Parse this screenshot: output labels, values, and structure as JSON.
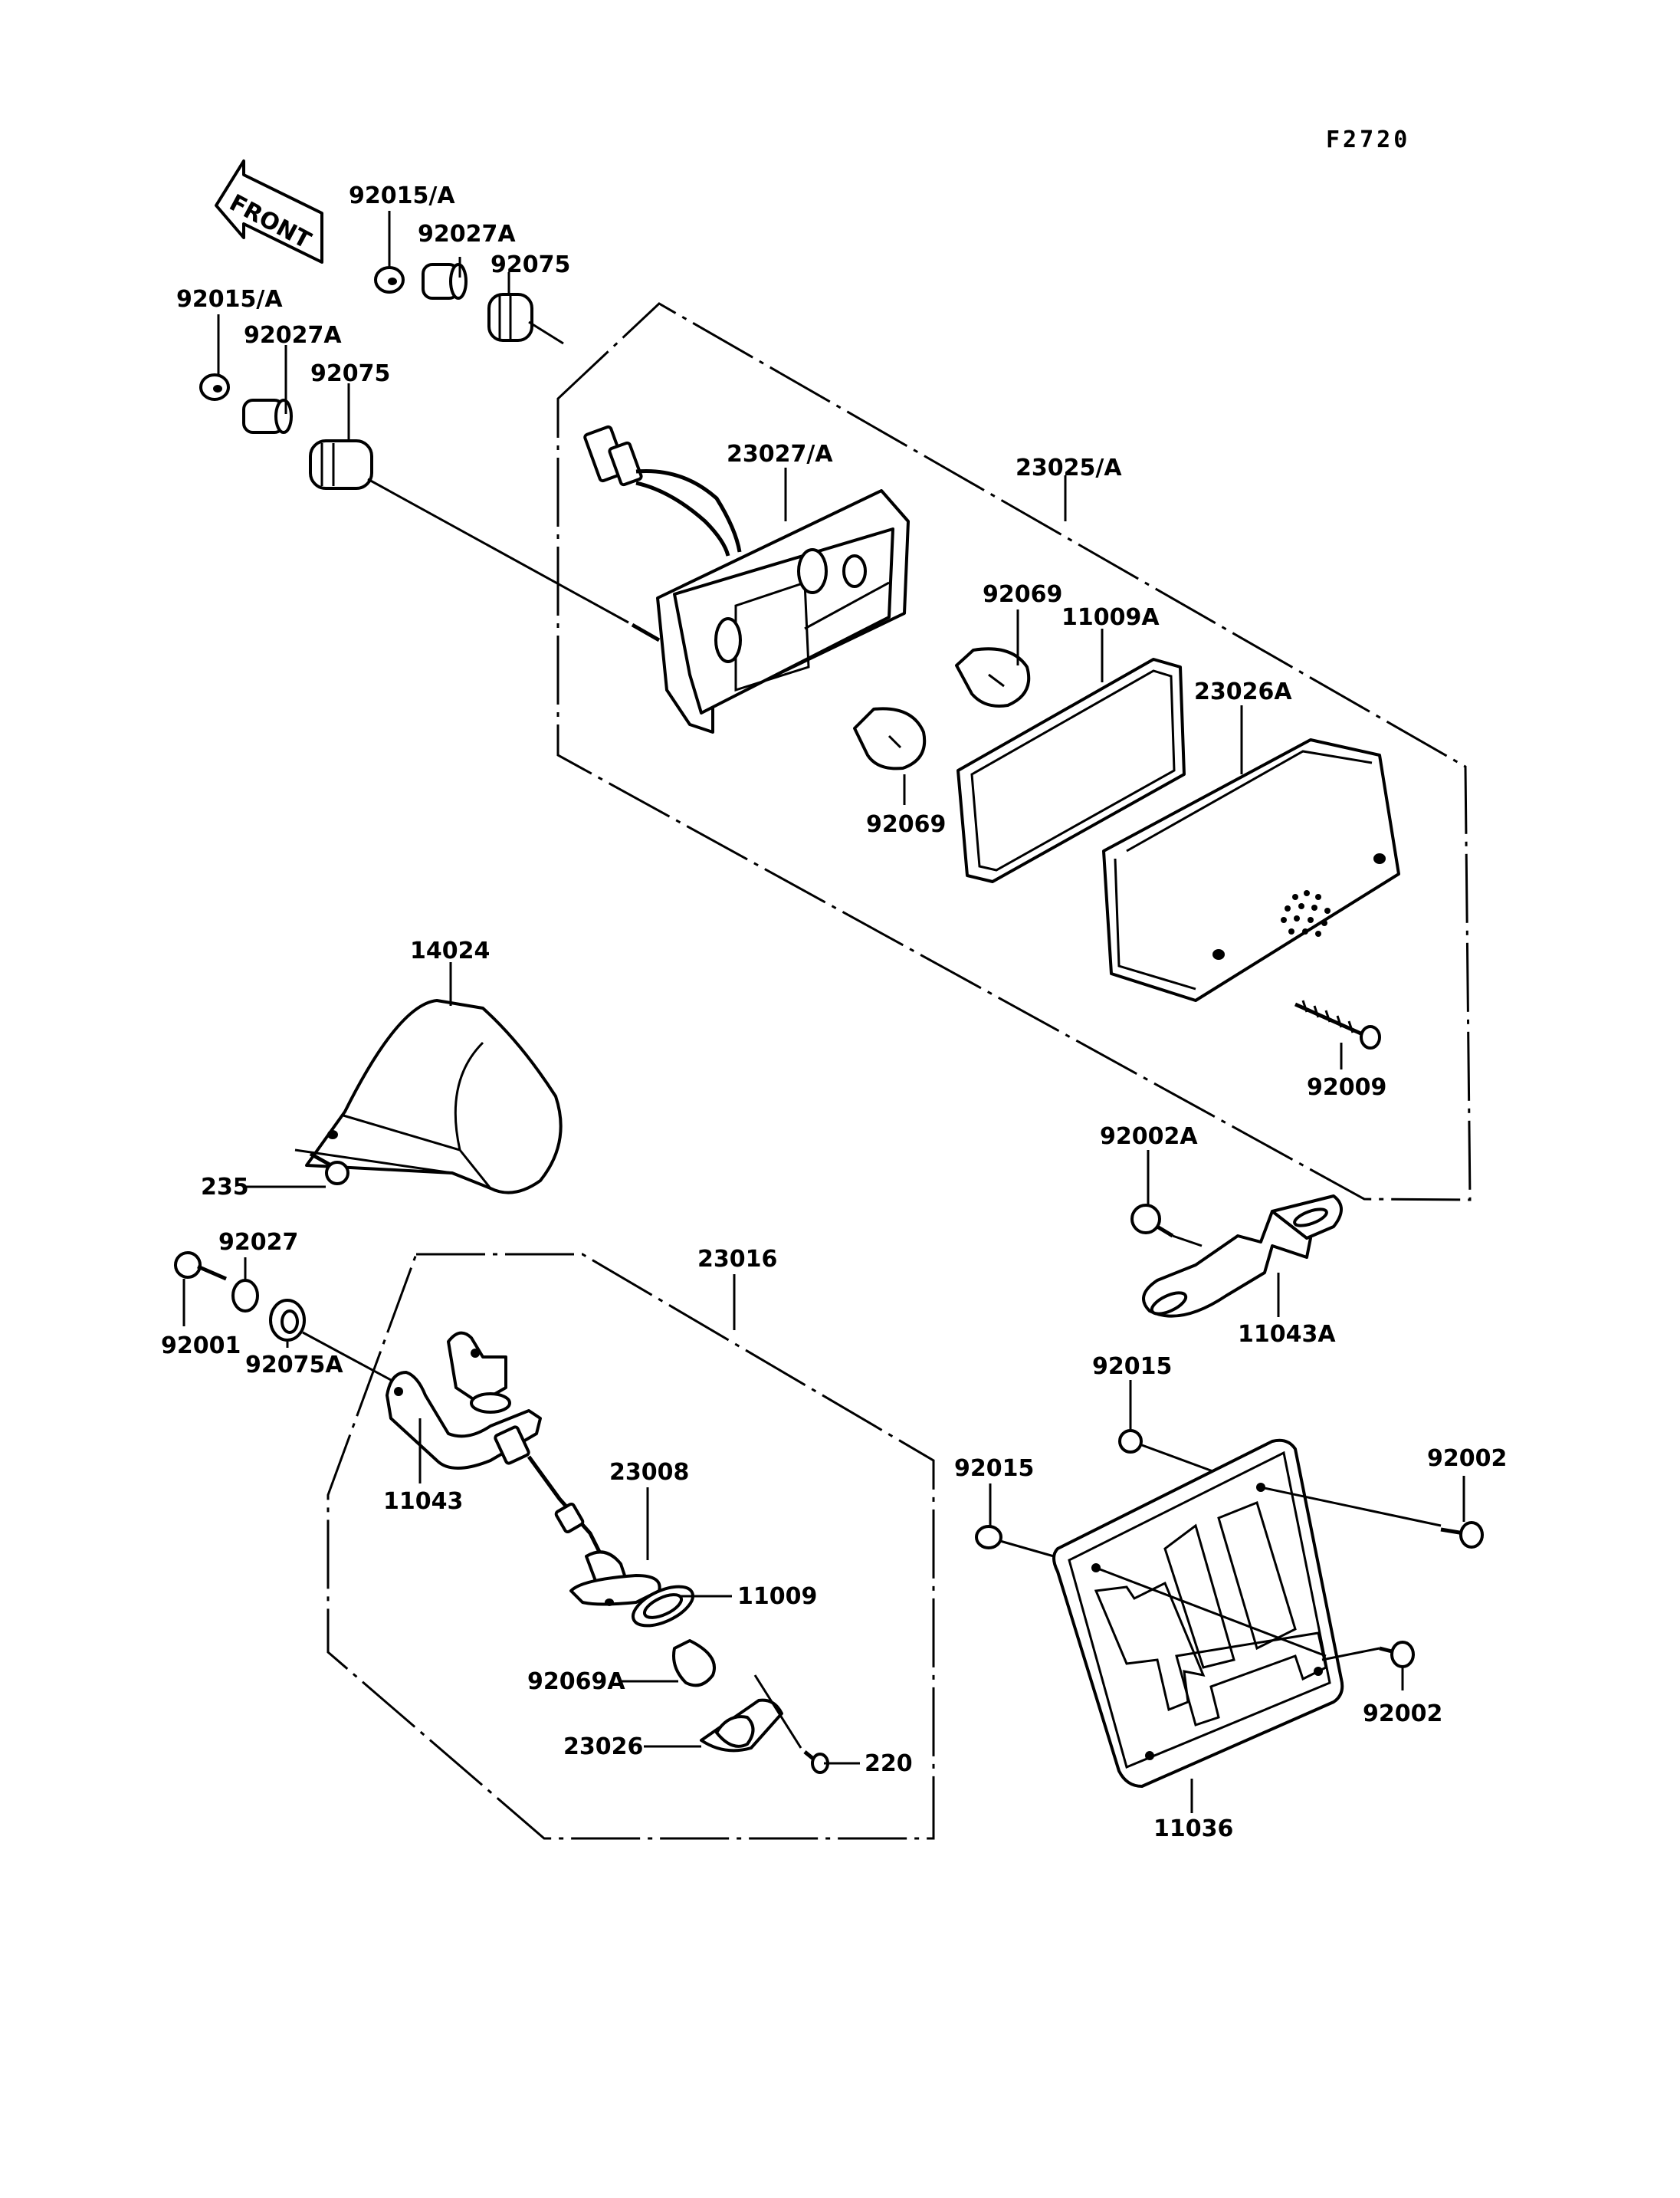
{
  "figure_code": "F2720",
  "direction_label": "FRONT",
  "parts": {
    "p92015A_1": "92015/A",
    "p92027A_1": "92027A",
    "p92075_1": "92075",
    "p92015A_2": "92015/A",
    "p92027A_2": "92027A",
    "p92075_2": "92075",
    "p23027A": "23027/A",
    "p23025A": "23025/A",
    "p92069_1": "92069",
    "p11009A": "11009A",
    "p23026A": "23026A",
    "p92069_2": "92069",
    "p92009": "92009",
    "p14024": "14024",
    "p235": "235",
    "p92002A": "92002A",
    "p11043A": "11043A",
    "p92027": "92027",
    "p92001": "92001",
    "p92075A": "92075A",
    "p23016": "23016",
    "p11043": "11043",
    "p23008": "23008",
    "p11009": "11009",
    "p92069A": "92069A",
    "p23026": "23026",
    "p220": "220",
    "p92015_1": "92015",
    "p92015_2": "92015",
    "p92002_1": "92002",
    "p92002_2": "92002",
    "p11036": "11036"
  }
}
